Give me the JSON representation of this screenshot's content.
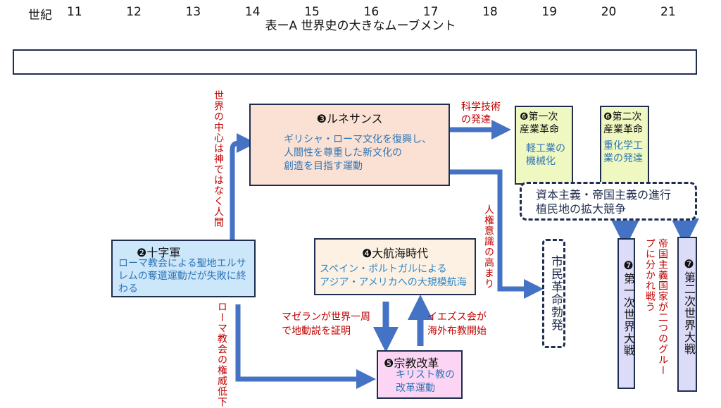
{
  "title": "表ーA 世界史の大きなムーブメント",
  "timeline": {
    "label": "世紀",
    "centuries": [
      "11",
      "12",
      "13",
      "14",
      "15",
      "16",
      "17",
      "18",
      "19",
      "20",
      "21"
    ]
  },
  "boxes": {
    "crusades": {
      "title": "❷十字軍",
      "body": "ローマ教会による聖地エルサレムの奪還運動だが失敗に終わる"
    },
    "renaissance": {
      "title": "❸ルネサンス",
      "body_lines": [
        "ギリシャ・ローマ文化を復興し、",
        "人間性を尊重した新文化の",
        "創造を目指す運動"
      ]
    },
    "age_of_discovery": {
      "title": "❹大航海時代",
      "body_lines": [
        "スペイン・ポルトガルによる",
        "アジア・アメリカへの大規模航海"
      ]
    },
    "reformation": {
      "title": "❺宗教改革",
      "body_lines": [
        "キリスト教の",
        "改革運動"
      ]
    },
    "industrial1": {
      "title_lines": [
        "❻第一次",
        "産業革命"
      ],
      "body_lines": [
        "軽工業の",
        "機械化"
      ]
    },
    "industrial2": {
      "title_lines": [
        "❻第二次",
        "産業革命"
      ],
      "body_lines": [
        "重化学工",
        "業の発達"
      ]
    },
    "capitalism": {
      "body_lines": [
        "資本主義・帝国主義の進行",
        "植民地の拡大競争"
      ]
    },
    "civil_revolution": {
      "text": "市民革命勃発"
    },
    "ww1": {
      "text": "❼第一次世界大戦"
    },
    "ww2": {
      "text": "❼第二次世界大戦"
    }
  },
  "annotations": {
    "humanism": "世界の中心は神ではなく人間",
    "church_decline": "ローマ教会の権威低下",
    "science": [
      "科学技術",
      "の発達"
    ],
    "human_rights": "人権意識の高まり",
    "magellan": [
      "マゼランが世界一周",
      "で地動説を証明"
    ],
    "jesuits": [
      "イエズス会が",
      "海外布教開始"
    ],
    "imperialism": "帝国主義国家が二つのグループに分かれ戦う"
  },
  "colors": {
    "arrow": "#4472c4",
    "border": "#1f2d4e",
    "annotation": "#c00000",
    "body_text": "#2e75b6",
    "crusades_fill": "#cce6fa",
    "renaissance_fill": "#fbe1d3",
    "discovery_fill": "#fdf1e3",
    "reformation_fill": "#fbd5f3",
    "industrial_fill": "#f0f8c1",
    "war_fill": "#dcdcf8"
  }
}
